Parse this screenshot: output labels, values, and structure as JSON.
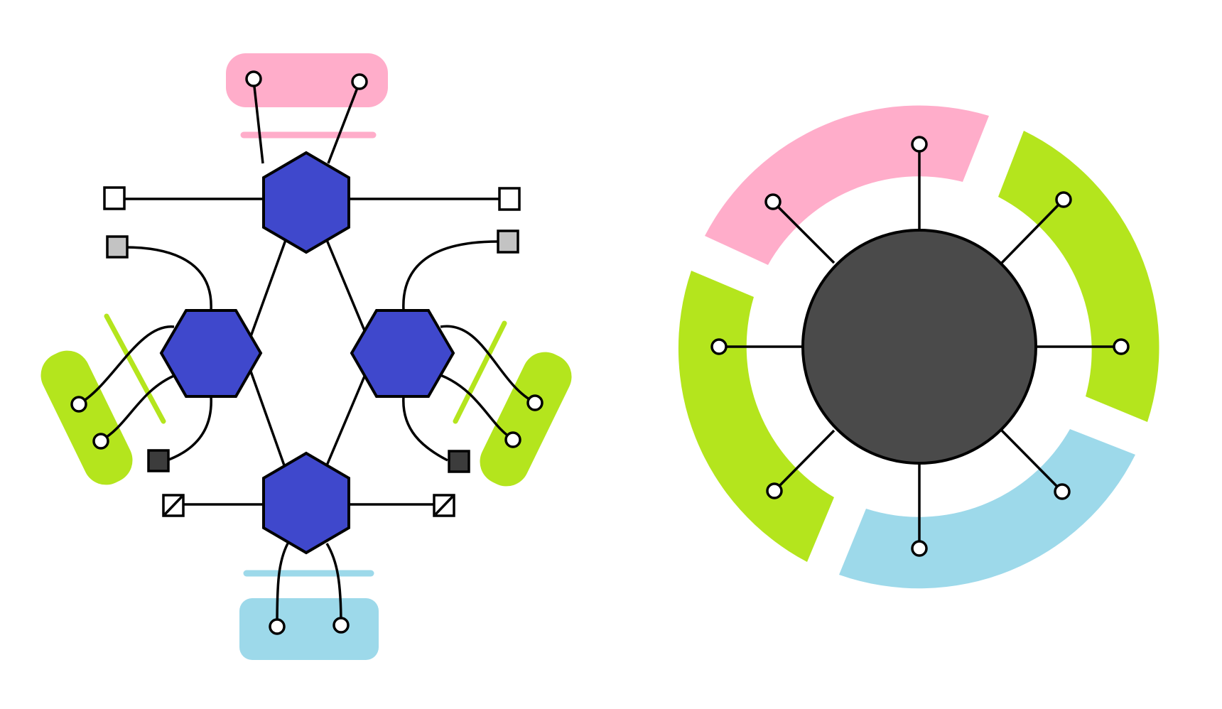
{
  "diagram": {
    "colors": {
      "pink": "#ffadca",
      "green": "#b4e51d",
      "blue": "#9dd9ea",
      "hexagon_blue": "#3f48cc",
      "core_gray": "#4a4a4a",
      "light_gray": "#c3c3c3",
      "dark_gray": "#3c3c3c",
      "outline": "#000000",
      "white": "#ffffff"
    },
    "left_structure": {
      "hexagon_count": 4,
      "open_circle_terminals": 8,
      "square_terminals": {
        "white": 2,
        "light_gray": 2,
        "dark_gray": 2,
        "slashed": 2
      },
      "group_highlights": [
        "pink",
        "green",
        "green",
        "blue"
      ]
    },
    "right_structure": {
      "core": "circle",
      "spokes": 8,
      "ring_segments": [
        "pink",
        "green",
        "green",
        "blue"
      ]
    }
  }
}
